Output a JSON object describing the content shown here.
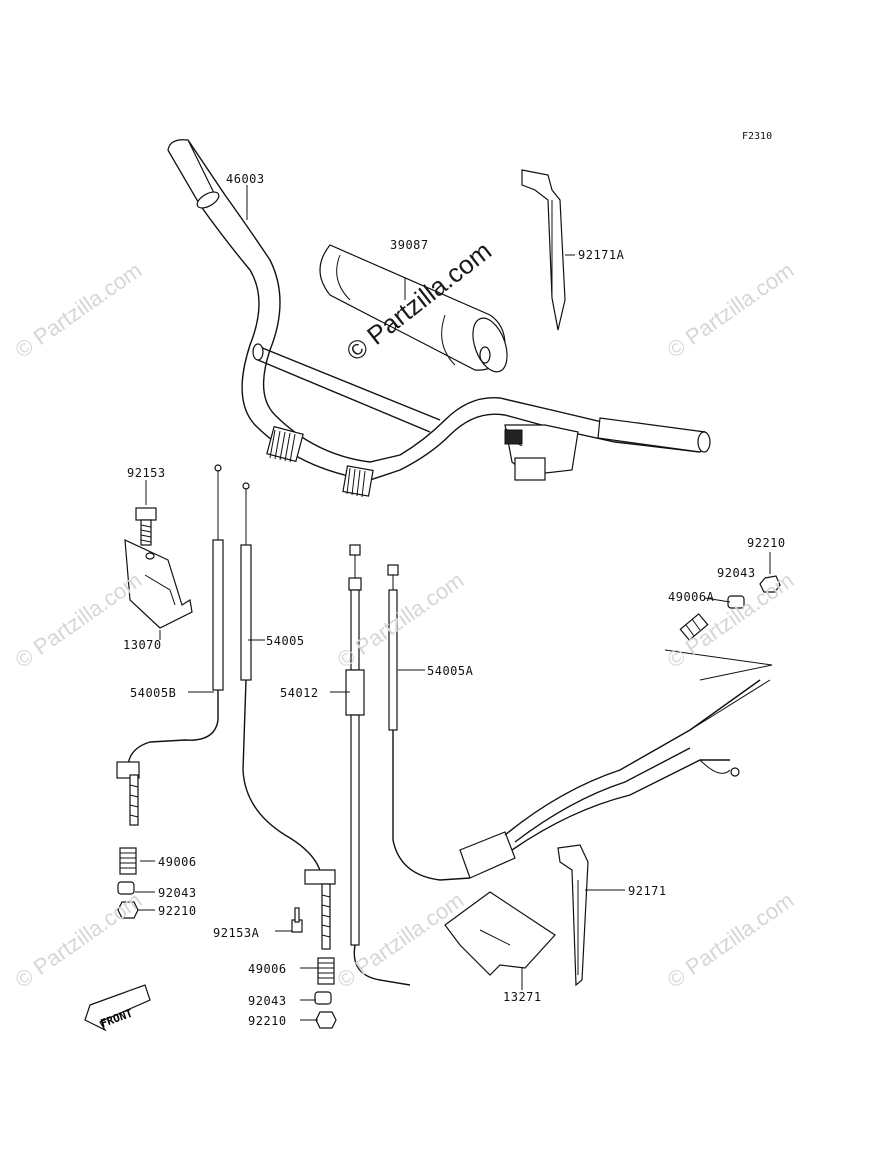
{
  "figure_code": "F2310",
  "watermark": {
    "text": "© Partzilla.com",
    "center_text": "© Partzilla.com"
  },
  "front_marker": "FRONT",
  "parts": [
    {
      "id": "p46003",
      "label": "46003"
    },
    {
      "id": "p39087",
      "label": "39087"
    },
    {
      "id": "p92171A",
      "label": "92171A"
    },
    {
      "id": "p92153",
      "label": "92153"
    },
    {
      "id": "p13070",
      "label": "13070"
    },
    {
      "id": "p54005",
      "label": "54005"
    },
    {
      "id": "p54005B",
      "label": "54005B"
    },
    {
      "id": "p54012",
      "label": "54012"
    },
    {
      "id": "p54005A",
      "label": "54005A"
    },
    {
      "id": "p92210a",
      "label": "92210"
    },
    {
      "id": "p92043a",
      "label": "92043"
    },
    {
      "id": "p49006A",
      "label": "49006A"
    },
    {
      "id": "p49006a",
      "label": "49006"
    },
    {
      "id": "p92043b",
      "label": "92043"
    },
    {
      "id": "p92210b",
      "label": "92210"
    },
    {
      "id": "p92153A",
      "label": "92153A"
    },
    {
      "id": "p49006b",
      "label": "49006"
    },
    {
      "id": "p92043c",
      "label": "92043"
    },
    {
      "id": "p92210c",
      "label": "92210"
    },
    {
      "id": "p92171",
      "label": "92171"
    },
    {
      "id": "p13271",
      "label": "13271"
    }
  ]
}
